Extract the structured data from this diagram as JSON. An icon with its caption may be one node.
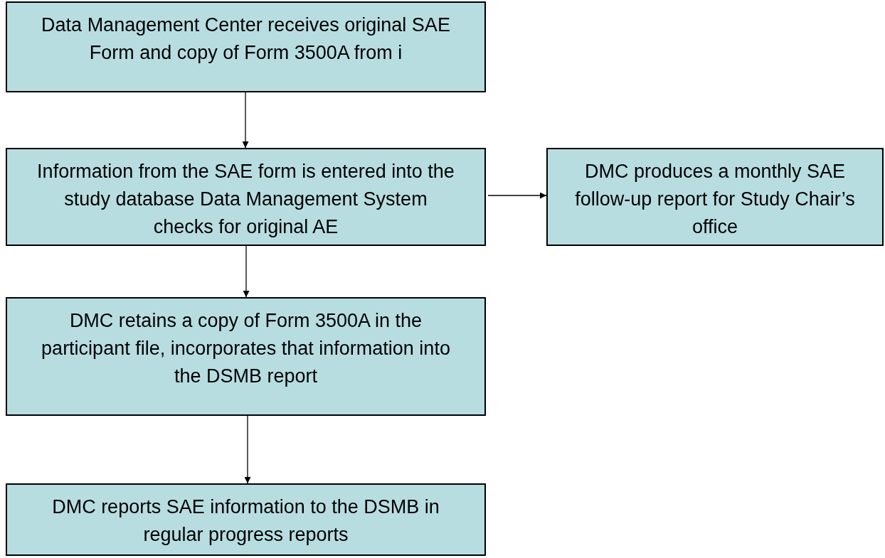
{
  "diagram": {
    "nodes": [
      {
        "text": [
          "Data Management Center receives original SAE Form and copy of Form 3500A from i"
        ]
      },
      {
        "text": [
          "Information from the SAE form is entered into the study database Data Management System checks for original AE"
        ]
      },
      {
        "text": [
          "DMC produces a monthly SAE follow-up report for Study Chair’s office"
        ]
      },
      {
        "text": [
          "DMC retains a copy of Form 3500A in the participant file, incorporates that information into the DSMB report"
        ]
      },
      {
        "text": [
          "DMC reports SAE information to the DSMB in regular progress reports"
        ]
      }
    ],
    "edges": [
      {
        "from": 0,
        "to": 1,
        "arrow": "to"
      },
      {
        "from": 1,
        "to": 2,
        "arrow": "to"
      },
      {
        "from": 1,
        "to": 3,
        "arrow": "to"
      },
      {
        "from": 3,
        "to": 4,
        "arrow": "to"
      }
    ]
  }
}
